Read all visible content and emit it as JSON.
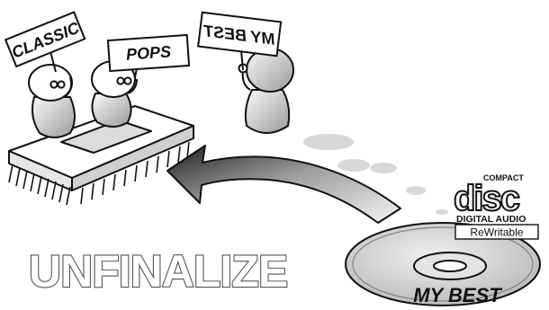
{
  "signs": {
    "classic": "CLASSIC",
    "pops": "POPS",
    "mybest_mirrored": "MY BEST"
  },
  "disc": {
    "label": "MY BEST"
  },
  "logo": {
    "compact": "COMPACT",
    "disc": "disc",
    "digital_audio": "DIGITAL AUDIO",
    "rewritable": "ReWritable"
  },
  "headline": "UNFINALIZE",
  "colors": {
    "ink": "#111111",
    "arrow_dark": "#2a2a2a",
    "arrow_light": "#f2f2f2",
    "blob": "#dcdcdc",
    "disc": "#cfcfcf"
  }
}
